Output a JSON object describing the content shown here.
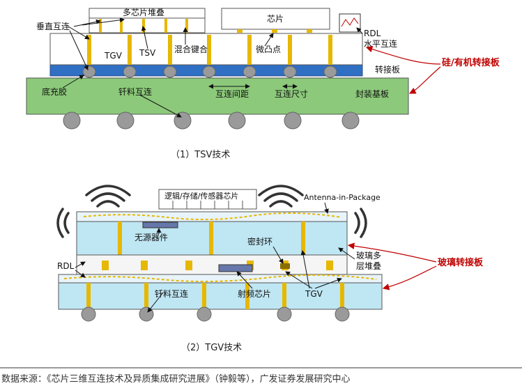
{
  "tsv": {
    "multi_chip_stack": "多芯片堆叠",
    "chip": "芯片",
    "vertical_interconnect": "垂直互连",
    "tgv": "TGV",
    "tsv": "TSV",
    "hybrid_bonding": "混合键合",
    "micro_bump": "微凸点",
    "rdl": "RDL",
    "horizontal_interconnect": "水平互连",
    "interposer": "转接板",
    "underfill": "底充胶",
    "solder_interconnect": "钎料互连",
    "interconnect_pitch": "互连间距",
    "interconnect_size": "互连尺寸",
    "package_substrate": "封装基板",
    "side_label": "硅/有机转接板",
    "caption": "（1）TSV技术"
  },
  "tgv": {
    "top_chips": "逻辑/存储/传感器芯片",
    "aip": "Antenna-in-Package",
    "passive_device": "无源器件",
    "seal_ring": "密封环",
    "glass_stack": "玻璃多层堆叠",
    "glass_stack_line1": "玻璃多",
    "glass_stack_line2": "层堆叠",
    "rdl": "RDL",
    "solder_interconnect": "钎料互连",
    "rf_chip": "射频芯片",
    "tgv": "TGV",
    "side_label": "玻璃转接板",
    "caption": "（2）TGV技术"
  },
  "source": "数据来源：《芯片三维互连技术及异质集成研究进展》（钟毅等），广发证券发展研究中心",
  "colors": {
    "substrate_green": "#8cc97a",
    "interposer_blue": "#2f6fc4",
    "glass_cyan": "#bfe6f3",
    "via_gold": "#e6b800",
    "ball_gray": "#9a9a9a",
    "accent_red": "#c00000"
  }
}
